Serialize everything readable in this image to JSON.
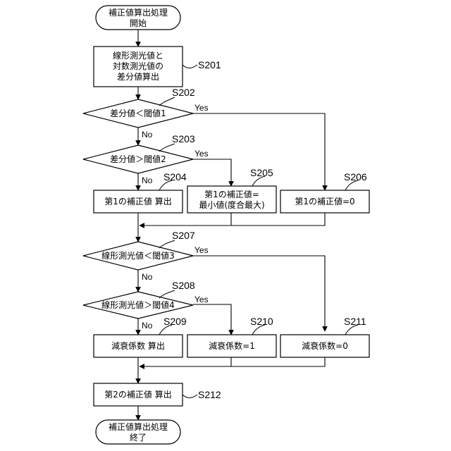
{
  "terminals": {
    "start": [
      "補正値算出処理",
      "開始"
    ],
    "end": [
      "補正値算出処理",
      "終了"
    ]
  },
  "processes": {
    "s201": [
      "線形測光値と",
      "対数測光値の",
      "差分値算出"
    ],
    "s204": [
      "第1の補正値 算出"
    ],
    "s205": [
      "第1の補正値=",
      "最小値(度合最大)"
    ],
    "s206": [
      "第1の補正値=0"
    ],
    "s209": [
      "減衰係数 算出"
    ],
    "s210": [
      "減衰係数=1"
    ],
    "s211": [
      "減衰係数=0"
    ],
    "s212": [
      "第2の補正値 算出"
    ]
  },
  "decisions": {
    "s202": "差分値＜閾値1",
    "s203": "差分値＞閾値2",
    "s207": "線形測光値＜閾値3",
    "s208": "線形測光値＞閾値4"
  },
  "step_labels": {
    "s201": "S201",
    "s202": "S202",
    "s203": "S203",
    "s204": "S204",
    "s205": "S205",
    "s206": "S206",
    "s207": "S207",
    "s208": "S208",
    "s209": "S209",
    "s210": "S210",
    "s211": "S211",
    "s212": "S212"
  },
  "branches": {
    "yes": "Yes",
    "no": "No"
  }
}
